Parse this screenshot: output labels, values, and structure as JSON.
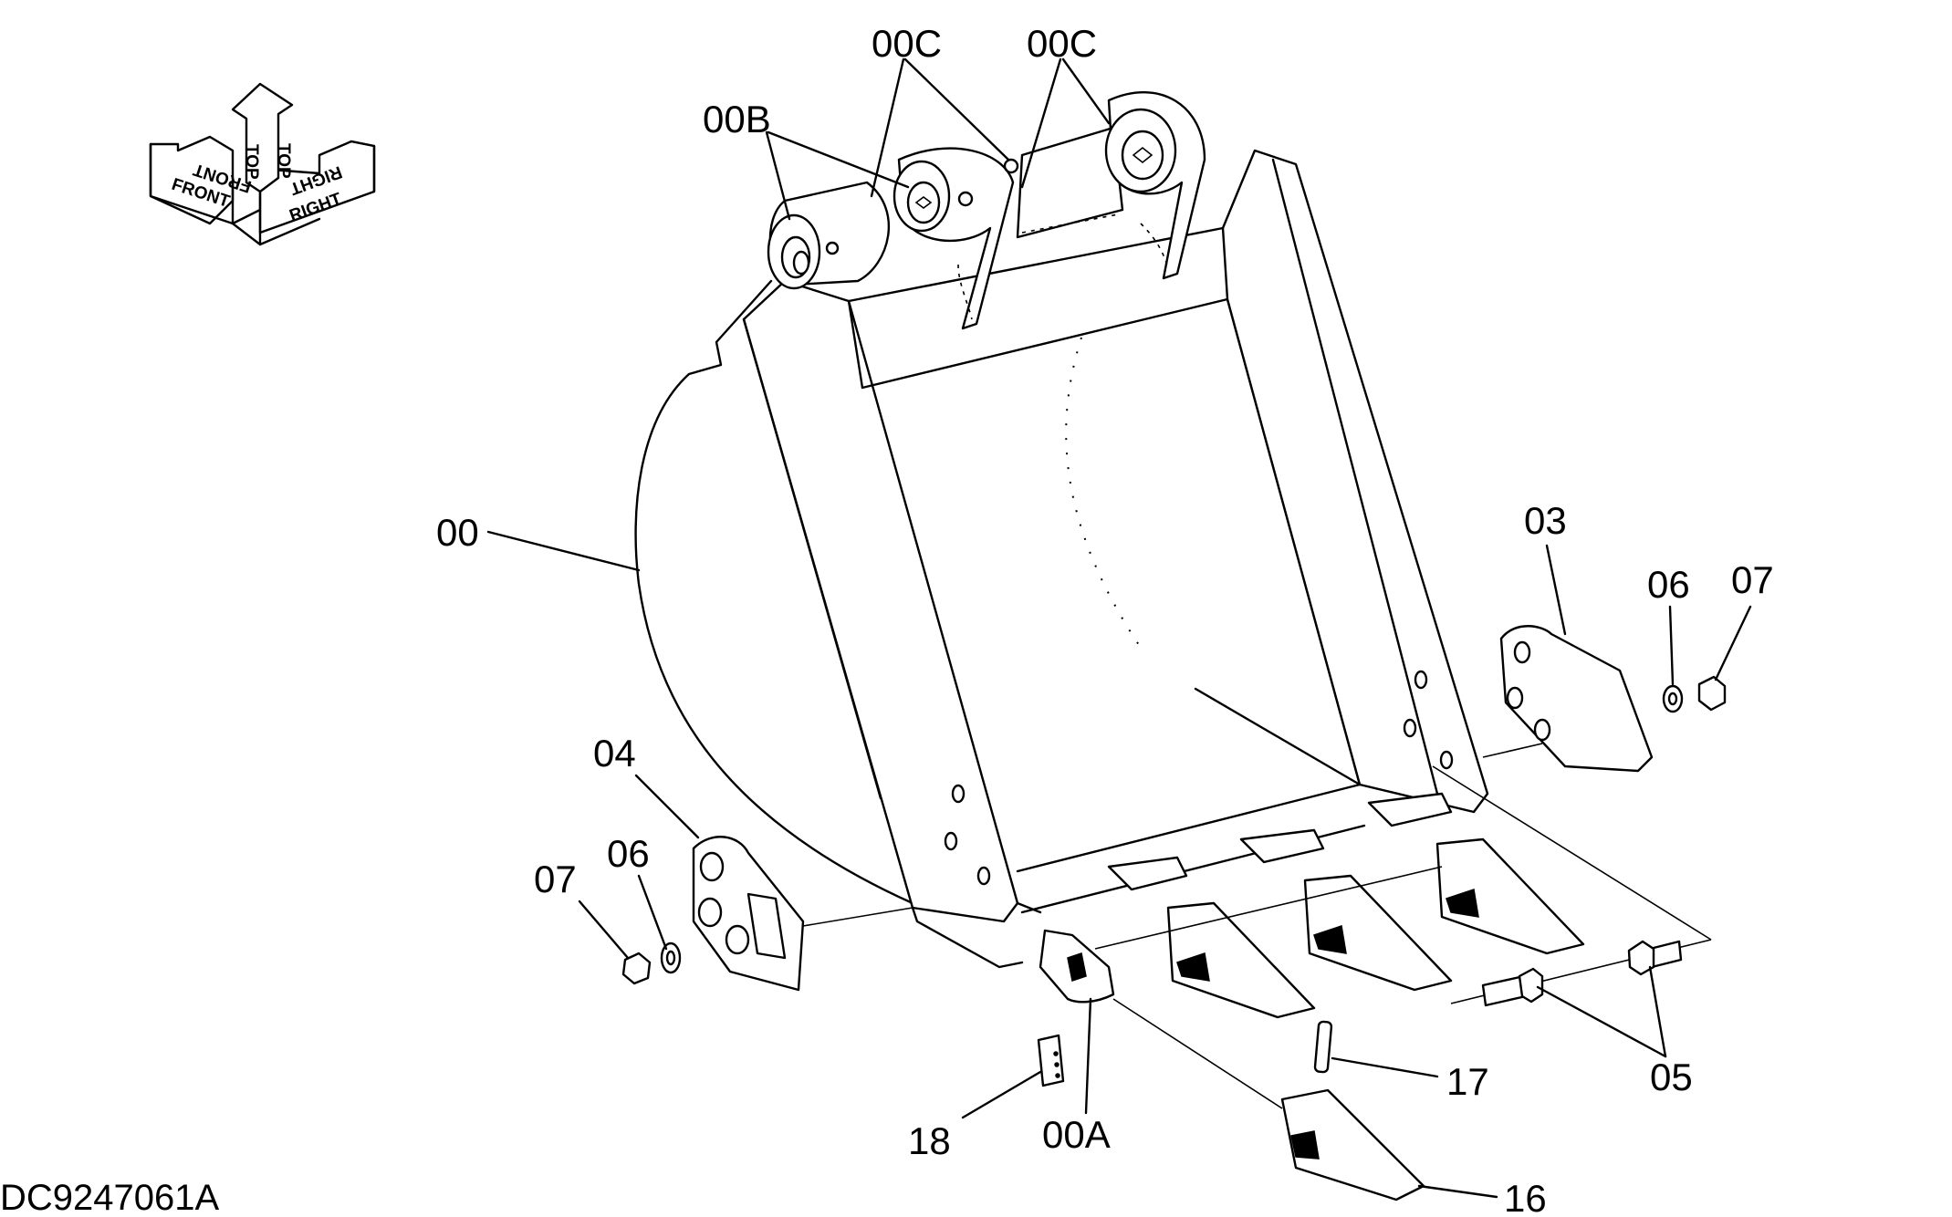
{
  "orientation": {
    "front": "FRONT",
    "top": "TOP",
    "right": "RIGHT"
  },
  "callouts": {
    "c00": "00",
    "c00A": "00A",
    "c00B": "00B",
    "c00C_left": "00C",
    "c00C_right": "00C",
    "c03": "03",
    "c04": "04",
    "c05": "05",
    "c06_left": "06",
    "c06_right": "06",
    "c07_left": "07",
    "c07_right": "07",
    "c16": "16",
    "c17": "17",
    "c18": "18"
  },
  "drawing_id": "DC9247061A"
}
